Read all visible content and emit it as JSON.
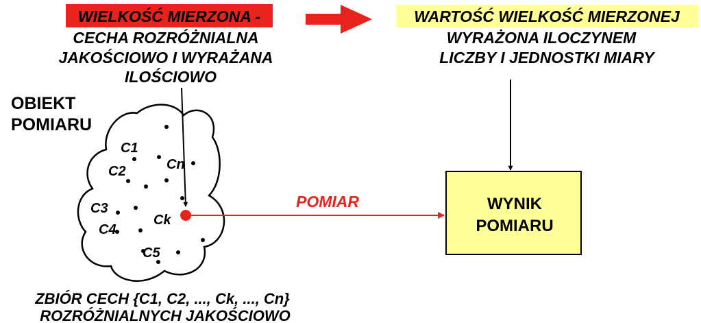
{
  "measured_quantity": {
    "heading": "WIELKOŚĆ MIERZONA -",
    "line1": "CECHA ROZRÓŻNIALNA",
    "line2": "JAKOŚCIOWO I WYRAŻANA",
    "line3": "ILOŚCIOWO",
    "highlight_color": "#e8221c"
  },
  "measured_value": {
    "heading": "WARTOŚĆ WIELKOŚĆ MIERZONEJ",
    "line1": "WYRAŻONA ILOCZYNEM",
    "line2": "LICZBY I JEDNOSTKI MIARY",
    "highlight_color": "#ffff99"
  },
  "object": {
    "title_line1": "OBIEKT",
    "title_line2": "POMIARU",
    "features": {
      "c1": "C1",
      "c2": "C2",
      "c3": "C3",
      "c4": "C4",
      "c5": "C5",
      "ck": "Ck",
      "cn": "Cn"
    },
    "caption_line1": "ZBIÓR CECH {C1, C2, ..., Ck, ..., Cn}",
    "caption_line2": "ROZRÓŻNIALNYCH JAKOŚCIOWO"
  },
  "measurement": {
    "label": "POMIAR",
    "color": "#e8221c"
  },
  "result": {
    "line1": "WYNIK",
    "line2": "POMIARU",
    "fill_color": "#ffff99"
  }
}
